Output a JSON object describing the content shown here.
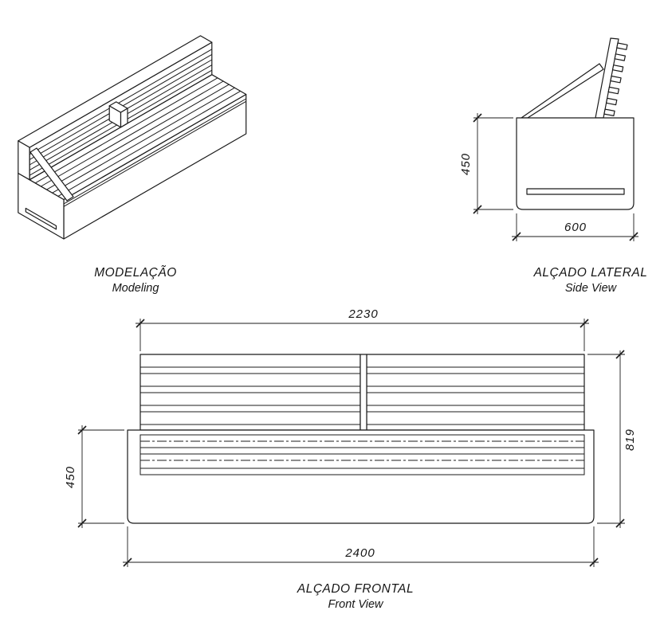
{
  "drawing": {
    "background": "#ffffff",
    "line_color": "#1b1b1b",
    "views": {
      "modeling": {
        "title": "MODELAÇÃO",
        "subtitle": "Modeling"
      },
      "side": {
        "title": "ALÇADO LATERAL",
        "subtitle": "Side View",
        "dimensions": {
          "height": "450",
          "depth": "600"
        }
      },
      "front": {
        "title": "ALÇADO FRONTAL",
        "subtitle": "Front View",
        "dimensions": {
          "backrest_width": "2230",
          "total_height": "819",
          "base_height": "450",
          "total_width": "2400"
        }
      }
    }
  }
}
